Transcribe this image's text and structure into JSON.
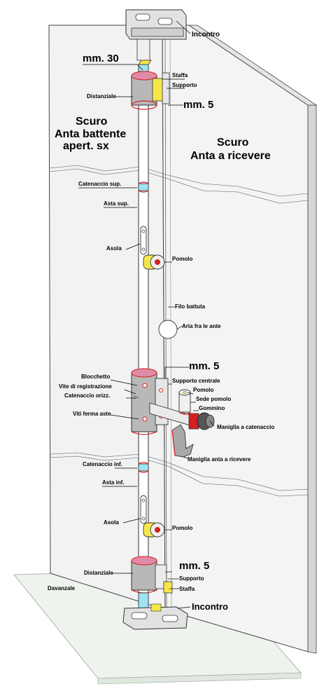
{
  "labels": {
    "incontro_top": "Incontro",
    "mm30": "mm. 30",
    "staffa_top": "Staffa",
    "supporto_top": "Supporto",
    "distanziale_top": "Distanziale",
    "mm5_top": "mm. 5",
    "scuro_left_1": "Scuro",
    "scuro_left_2": "Anta battente",
    "scuro_left_3": "apert. sx",
    "scuro_right_1": "Scuro",
    "scuro_right_2": "Anta a ricevere",
    "catenaccio_sup": "Catenaccio sup.",
    "asta_sup": "Asta sup.",
    "asola_top": "Asola",
    "pomolo_top": "Pomolo",
    "filo_battuta": "Filo battuta",
    "aria": "Aria  fra le ante",
    "mm5_mid": "mm. 5",
    "blocchetto": "Blocchetto",
    "supporto_centrale": "Supporto centrale",
    "vite_registrazione": "Vite di registrazione",
    "pomolo_mid": "Pomolo",
    "catenaccio_orizz": "Catenaccio orizz.",
    "sede_pomolo": "Sede pomolo",
    "gommino": "Gommino",
    "viti_ferma_aste": "Viti ferma aste",
    "maniglia_catenaccio": "Maniglia a catenaccio",
    "maniglia_anta": "Maniglia anta a ricevere",
    "catenaccio_inf": "Catenaccio inf.",
    "asta_inf": "Asta inf.",
    "asola_bottom": "Asola",
    "pomolo_bottom": "Pomolo",
    "mm5_bottom": "mm. 5",
    "distanziale_bottom": "Distanziale",
    "supporto_bottom": "Supporto",
    "davanzale": "Davanzale",
    "staffa_bottom": "Staffa",
    "incontro_bottom": "Incontro"
  },
  "colors": {
    "leaf_left": "#f2f2f2",
    "leaf_right": "#f4f4f4",
    "leaf_edge": "#d6d6d6",
    "sill": "#eef3ee",
    "rod": "#ffffff",
    "bracket_gray": "#b8b8b8",
    "accent_yellow": "#f7e64a",
    "accent_red": "#d42020",
    "accent_pink": "#e08aa8",
    "accent_cyan": "#9fe3ef",
    "knob_dark": "#555555",
    "handle_gray": "#a8a8a8"
  }
}
